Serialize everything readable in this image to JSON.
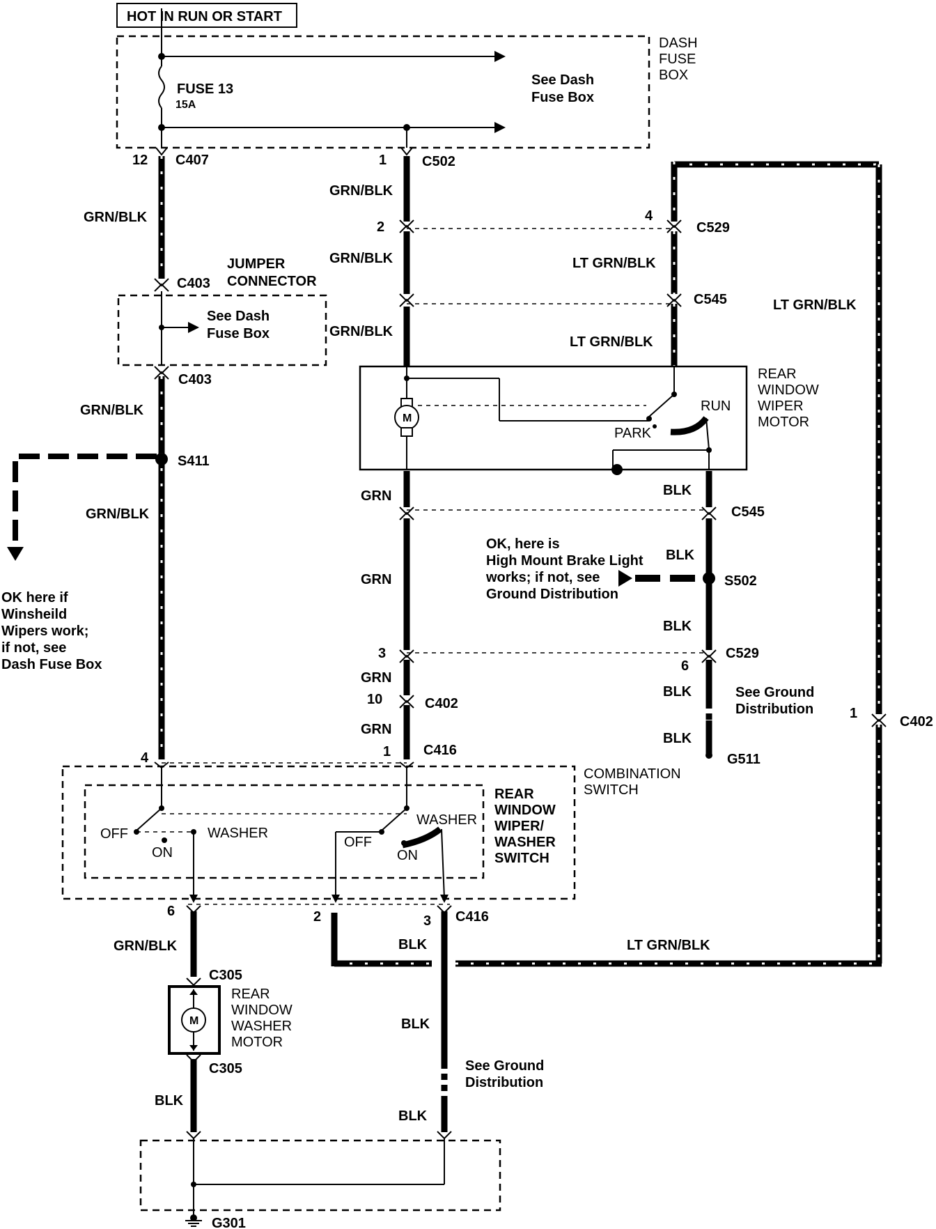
{
  "power": {
    "label": "HOT IN RUN OR START"
  },
  "dash_fuse_box": {
    "title_lines": [
      "DASH",
      "FUSE",
      "BOX"
    ],
    "fuse_label": "FUSE  13",
    "fuse_rating": "15A",
    "see_lines": [
      "See Dash",
      "Fuse Box"
    ]
  },
  "jumper": {
    "title_lines": [
      "JUMPER",
      "CONNECTOR"
    ],
    "see_lines": [
      "See Dash",
      "Fuse Box"
    ]
  },
  "connectors": {
    "c407": "C407",
    "c407_pin": "12",
    "c502": "C502",
    "c502_pin": "1",
    "c403_top": "C403",
    "c403_bot": "C403",
    "c529_top": "C529",
    "c529_top_pin_left": "2",
    "c529_top_pin_right": "4",
    "c545_top": "C545",
    "c545_bot": "C545",
    "s411": "S411",
    "s502": "S502",
    "c529_bot": "C529",
    "c529_bot_pin_left": "3",
    "c529_bot_pin_right": "6",
    "c402": "C402",
    "c402_pin": "10",
    "c402_right": "C402",
    "c402_right_pin": "1",
    "c416_top": "C416",
    "c416_top_pin_left": "4",
    "c416_top_pin_right": "1",
    "c416_bot": "C416",
    "c416_pin_6": "6",
    "c416_pin_2": "2",
    "c416_pin_3": "3",
    "c305_top": "C305",
    "c305_bot": "C305",
    "g511": "G511",
    "g301": "G301"
  },
  "wires": {
    "grn_blk_1": "GRN/BLK",
    "grn_blk_2": "GRN/BLK",
    "grn_blk_3": "GRN/BLK",
    "grn_blk_4": "GRN/BLK",
    "grn_blk_5": "GRN/BLK",
    "grn_blk_6": "GRN/BLK",
    "grn_blk_7": "GRN/BLK",
    "lt_grn_blk_1": "LT GRN/BLK",
    "lt_grn_blk_2": "LT GRN/BLK",
    "lt_grn_blk_3": "LT GRN/BLK",
    "lt_grn_blk_4": "LT GRN/BLK",
    "grn_1": "GRN",
    "grn_2": "GRN",
    "grn_3": "GRN",
    "grn_4": "GRN",
    "blk_1": "BLK",
    "blk_2": "BLK",
    "blk_3": "BLK",
    "blk_4": "BLK",
    "blk_5": "BLK",
    "blk_6": "BLK",
    "blk_7": "BLK",
    "blk_8": "BLK",
    "blk_9": "BLK"
  },
  "wiper_motor": {
    "title_lines": [
      "REAR",
      "WINDOW",
      "WIPER",
      "MOTOR"
    ],
    "run": "RUN",
    "park": "PARK",
    "motor_symbol": "M"
  },
  "notes": {
    "brake_light": [
      "OK, here is",
      "High Mount Brake Light",
      "works; if not, see",
      "Ground Distribution"
    ],
    "winshield": [
      "OK here if",
      "Winsheild",
      "Wipers work;",
      "if not, see",
      "Dash Fuse Box"
    ],
    "ground_dist_1": [
      "See Ground",
      "Distribution"
    ],
    "ground_dist_2": [
      "See Ground",
      "Distribution"
    ]
  },
  "combination_switch": {
    "title_lines": [
      "COMBINATION",
      "SWITCH"
    ],
    "sub_title_lines": [
      "REAR",
      "WINDOW",
      "WIPER/",
      "WASHER",
      "SWITCH"
    ],
    "off_left": "OFF",
    "on_left": "ON",
    "washer_left": "WASHER",
    "off_right": "OFF",
    "on_right": "ON",
    "washer_right": "WASHER"
  },
  "washer_motor": {
    "title_lines": [
      "REAR",
      "WINDOW",
      "WASHER",
      "MOTOR"
    ],
    "motor_symbol": "M"
  }
}
